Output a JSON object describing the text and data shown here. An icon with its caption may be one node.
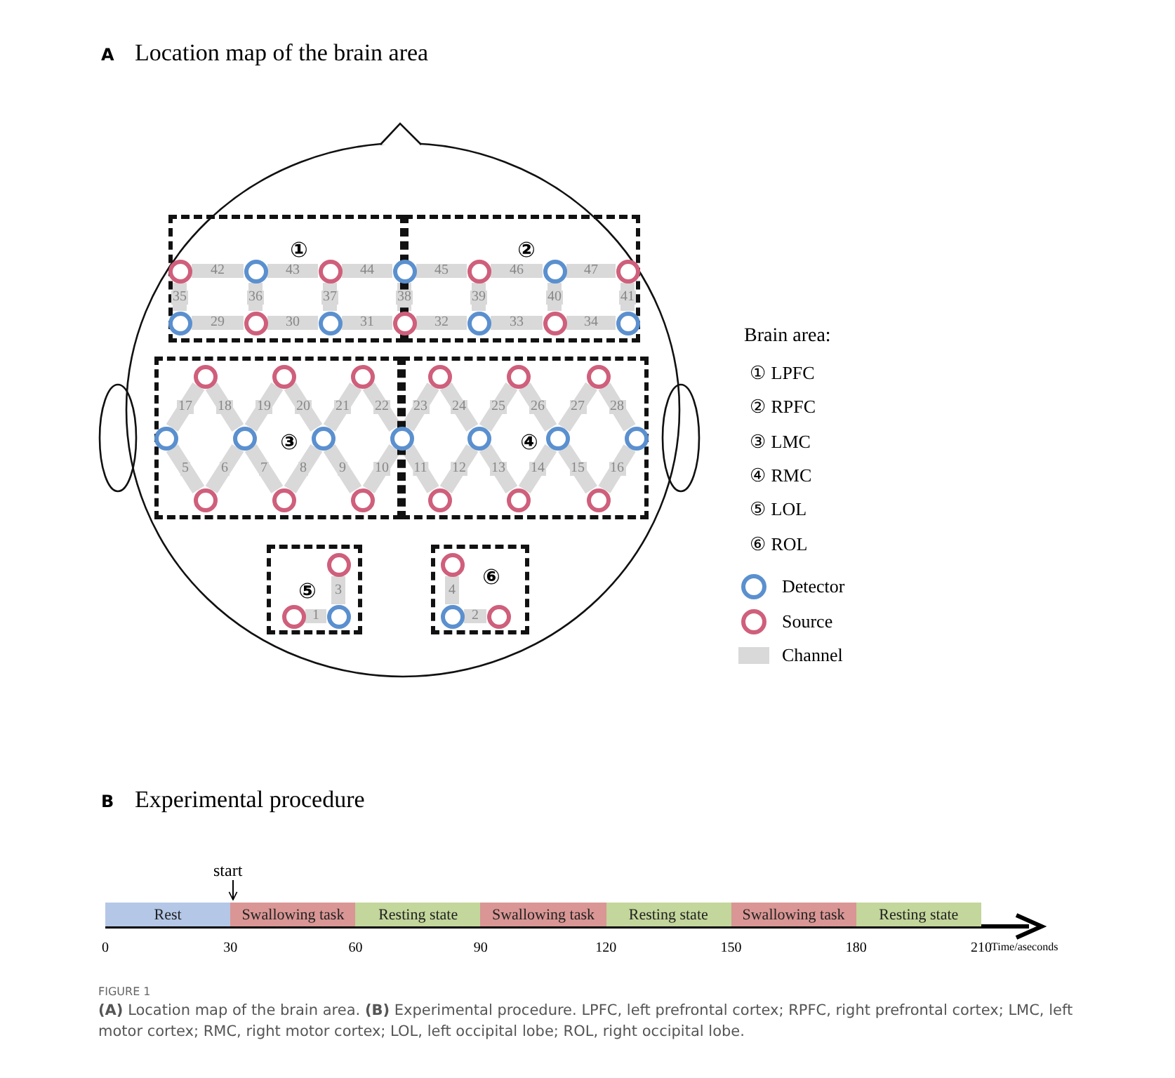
{
  "diagram": {
    "caption": "**(A)** Location map of the brain area. **(B)** Experimental procedure. LPFC, left prefrontal cortex; RPFC, right prefrontal cortex; LMC, left motor cortex; RMC, right motor cortex; LOL, left occipital lobe; ROL, right occipital lobe.",
    "nodes": [
      {
        "text": [
          "①"
        ]
      },
      {
        "text": [
          "②"
        ]
      },
      {
        "text": [],
        "shape": "circle",
        "in": 0
      },
      {
        "text": [],
        "shape": "circle",
        "in": 0
      },
      {
        "text": [],
        "shape": "circle",
        "in": 0
      },
      {
        "text": [],
        "shape": "circle"
      },
      {
        "text": [],
        "shape": "circle",
        "in": 1
      },
      {
        "text": [],
        "shape": "circle",
        "in": 1
      },
      {
        "text": [],
        "shape": "circle",
        "in": 1
      },
      {
        "text": [],
        "shape": "circle",
        "in": 0
      },
      {
        "text": [],
        "shape": "circle",
        "in": 0
      },
      {
        "text": [],
        "shape": "circle",
        "in": 0
      },
      {
        "text": [],
        "shape": "circle"
      },
      {
        "text": [],
        "shape": "circle",
        "in": 1
      },
      {
        "text": [],
        "shape": "circle",
        "in": 1
      },
      {
        "text": [],
        "shape": "circle",
        "in": 1
      },
      {
        "text": [
          "③"
        ]
      },
      {
        "text": [
          "④"
        ]
      },
      {
        "text": [],
        "shape": "circle",
        "in": 16
      },
      {
        "text": [],
        "shape": "circle",
        "in": 16
      },
      {
        "text": [],
        "shape": "circle",
        "in": 16
      },
      {
        "text": [],
        "shape": "circle",
        "in": 17
      },
      {
        "text": [],
        "shape": "circle",
        "in": 17
      },
      {
        "text": [],
        "shape": "circle",
        "in": 17
      },
      {
        "text": [],
        "shape": "circle",
        "in": 16
      },
      {
        "text": [],
        "shape": "circle",
        "in": 16
      },
      {
        "text": [],
        "shape": "circle",
        "in": 16
      },
      {
        "text": [],
        "shape": "circle"
      },
      {
        "text": [],
        "shape": "circle",
        "in": 17
      },
      {
        "text": [],
        "shape": "circle",
        "in": 17
      },
      {
        "text": [],
        "shape": "circle",
        "in": 17
      },
      {
        "text": [],
        "shape": "circle",
        "in": 16
      },
      {
        "text": [],
        "shape": "circle",
        "in": 16
      },
      {
        "text": [],
        "shape": "circle",
        "in": 16
      },
      {
        "text": [],
        "shape": "circle",
        "in": 17
      },
      {
        "text": [],
        "shape": "circle",
        "in": 17
      },
      {
        "text": [],
        "shape": "circle",
        "in": 17
      },
      {
        "text": [
          "⑤"
        ]
      },
      {
        "text": [
          "⑥"
        ]
      },
      {
        "text": [],
        "shape": "circle",
        "in": 37
      },
      {
        "text": [],
        "shape": "circle",
        "in": 37
      },
      {
        "text": [],
        "shape": "circle",
        "in": 37
      },
      {
        "text": [],
        "shape": "circle",
        "in": 38
      },
      {
        "text": [],
        "shape": "circle",
        "in": 38
      },
      {
        "text": [],
        "shape": "circle",
        "in": 38
      },
      {
        "text": [
          "start"
        ]
      },
      {
        "text": [
          "Rest"
        ]
      },
      {
        "text": [
          "Swallowing task"
        ]
      },
      {
        "text": [
          "Resting state"
        ]
      },
      {
        "text": [
          "Swallowing task"
        ]
      },
      {
        "text": [
          "Resting state"
        ]
      },
      {
        "text": [
          "Swallowing task"
        ]
      },
      {
        "text": [
          "Resting state"
        ]
      }
    ],
    "edges": [
      {
        "from": 2,
        "to": 3,
        "arrow": "none",
        "label": "42"
      },
      {
        "from": 3,
        "to": 4,
        "arrow": "none",
        "label": "43"
      },
      {
        "from": 4,
        "to": 5,
        "arrow": "none",
        "label": "44"
      },
      {
        "from": 5,
        "to": 6,
        "arrow": "none",
        "label": "45"
      },
      {
        "from": 6,
        "to": 7,
        "arrow": "none",
        "label": "46"
      },
      {
        "from": 7,
        "to": 8,
        "arrow": "none",
        "label": "47"
      },
      {
        "from": 2,
        "to": 9,
        "arrow": "none",
        "label": "35"
      },
      {
        "from": 3,
        "to": 10,
        "arrow": "none",
        "label": "36"
      },
      {
        "from": 4,
        "to": 11,
        "arrow": "none",
        "label": "37"
      },
      {
        "from": 5,
        "to": 12,
        "arrow": "none",
        "label": "38"
      },
      {
        "from": 6,
        "to": 13,
        "arrow": "none",
        "label": "39"
      },
      {
        "from": 7,
        "to": 14,
        "arrow": "none",
        "label": "40"
      },
      {
        "from": 8,
        "to": 15,
        "arrow": "none",
        "label": "41"
      },
      {
        "from": 9,
        "to": 10,
        "arrow": "none",
        "label": "29"
      },
      {
        "from": 10,
        "to": 11,
        "arrow": "none",
        "label": "30"
      },
      {
        "from": 11,
        "to": 12,
        "arrow": "none",
        "label": "31"
      },
      {
        "from": 12,
        "to": 13,
        "arrow": "none",
        "label": "32"
      },
      {
        "from": 13,
        "to": 14,
        "arrow": "none",
        "label": "33"
      },
      {
        "from": 14,
        "to": 15,
        "arrow": "none",
        "label": "34"
      },
      {
        "from": 24,
        "to": 18,
        "arrow": "none",
        "label": "17"
      },
      {
        "from": 18,
        "to": 25,
        "arrow": "none",
        "label": "18"
      },
      {
        "from": 25,
        "to": 19,
        "arrow": "none",
        "label": "19"
      },
      {
        "from": 19,
        "to": 26,
        "arrow": "none",
        "label": "20"
      },
      {
        "from": 26,
        "to": 20,
        "arrow": "none",
        "label": "21"
      },
      {
        "from": 20,
        "to": 27,
        "arrow": "none",
        "label": "22"
      },
      {
        "from": 27,
        "to": 21,
        "arrow": "none",
        "label": "23"
      },
      {
        "from": 21,
        "to": 28,
        "arrow": "none",
        "label": "24"
      },
      {
        "from": 28,
        "to": 22,
        "arrow": "none",
        "label": "25"
      },
      {
        "from": 22,
        "to": 29,
        "arrow": "none",
        "label": "26"
      },
      {
        "from": 29,
        "to": 23,
        "arrow": "none",
        "label": "27"
      },
      {
        "from": 23,
        "to": 30,
        "arrow": "none",
        "label": "28"
      },
      {
        "from": 24,
        "to": 31,
        "arrow": "none",
        "label": "5"
      },
      {
        "from": 31,
        "to": 25,
        "arrow": "none",
        "label": "6"
      },
      {
        "from": 25,
        "to": 32,
        "arrow": "none",
        "label": "7"
      },
      {
        "from": 32,
        "to": 26,
        "arrow": "none",
        "label": "8"
      },
      {
        "from": 26,
        "to": 33,
        "arrow": "none",
        "label": "9"
      },
      {
        "from": 33,
        "to": 27,
        "arrow": "none",
        "label": "10"
      },
      {
        "from": 27,
        "to": 34,
        "arrow": "none",
        "label": "11"
      },
      {
        "from": 34,
        "to": 28,
        "arrow": "none",
        "label": "12"
      },
      {
        "from": 28,
        "to": 35,
        "arrow": "none",
        "label": "13"
      },
      {
        "from": 35,
        "to": 29,
        "arrow": "none",
        "label": "14"
      },
      {
        "from": 29,
        "to": 36,
        "arrow": "none",
        "label": "15"
      },
      {
        "from": 36,
        "to": 30,
        "arrow": "none",
        "label": "16"
      },
      {
        "from": 39,
        "to": 41,
        "arrow": "none",
        "label": "3"
      },
      {
        "from": 40,
        "to": 41,
        "arrow": "none",
        "label": "1"
      },
      {
        "from": 42,
        "to": 43,
        "arrow": "none",
        "label": "4"
      },
      {
        "from": 43,
        "to": 44,
        "arrow": "none",
        "label": "2"
      },
      {
        "from": 45,
        "to": null,
        "arrow": "to",
        "color": "#000000"
      }
    ],
    "labels": [
      "A",
      "Location map of the brain area",
      "Brain area:",
      "① LPFC",
      "② RPFC",
      "③ LMC",
      "④ RMC",
      "⑤ LOL",
      "⑥ ROL",
      "B",
      "Experimental procedure",
      "0",
      "30",
      "60",
      "90",
      "120",
      "150",
      "180",
      "210",
      "Time/aseconds",
      "FIGURE 1"
    ],
    "legend": [
      {
        "text": "Detector"
      },
      {
        "text": "Source"
      },
      {
        "text": "Channel",
        "color": "#d9d9d9"
      }
    ]
  }
}
